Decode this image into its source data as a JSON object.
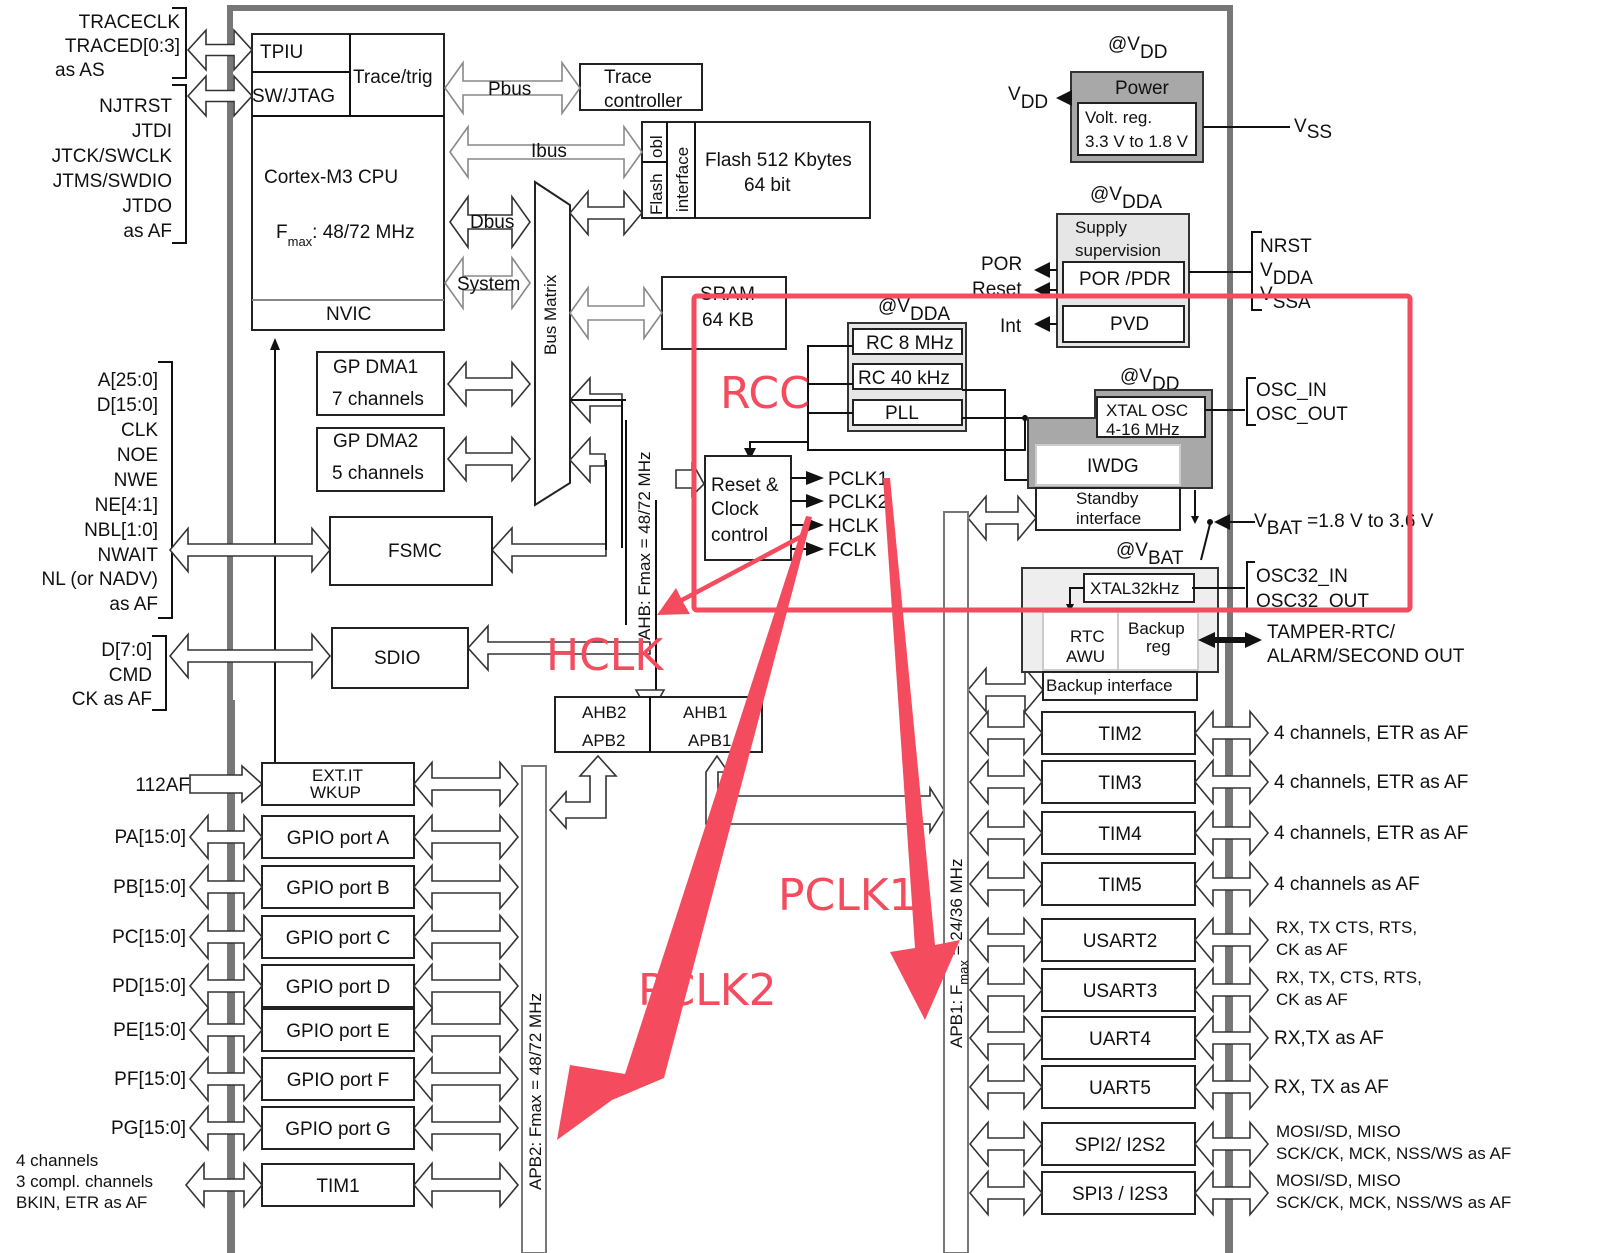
{
  "diagram": {
    "title": "STM32F10x high-density block diagram with RCC clock annotations",
    "colors": {
      "annotation": "#f44b5e",
      "outline": "#222222",
      "power_block": "#a8a8a8",
      "supply_block": "#e6e6e6"
    },
    "left_pins": {
      "trace_group": [
        "TRACECLK",
        "TRACED[0:3]",
        "as AS"
      ],
      "jtag_group": [
        "NJTRST",
        "JTDI",
        "JTCK/SWCLK",
        "JTMS/SWDIO",
        "JTDO",
        "as AF"
      ],
      "fsmc_group": [
        "A[25:0]",
        "D[15:0]",
        "CLK",
        "NOE",
        "NWE",
        "NE[4:1]",
        "NBL[1:0]",
        "NWAIT",
        "NL (or NADV)",
        "as AF"
      ],
      "sdio_group": [
        "D[7:0]",
        "CMD",
        "CK as AF"
      ],
      "exti_pin": "112AF",
      "gpio_pins": [
        "PA[15:0]",
        "PB[15:0]",
        "PC[15:0]",
        "PD[15:0]",
        "PE[15:0]",
        "PF[15:0]",
        "PG[15:0]"
      ],
      "tim1_group": [
        "4 channels",
        "3 compl. channels",
        "BKIN, ETR as AF"
      ]
    },
    "cpu": {
      "tpiu": "TPIU",
      "swjtag": "SW/JTAG",
      "trace_trig": "Trace/trig",
      "name": "Cortex-M3 CPU",
      "fmax_prefix": "F",
      "fmax_sub": "max",
      "fmax_value": ": 48/72 MHz",
      "nvic": "NVIC"
    },
    "buses": {
      "pbus": "Pbus",
      "ibus": "Ibus",
      "dbus": "Dbus",
      "system": "System",
      "bus_matrix": "Bus Matrix"
    },
    "trace_controller": [
      "Trace",
      "controller"
    ],
    "flash": {
      "obl": "obl",
      "flash_label": "Flash",
      "interface": "interface",
      "lines": [
        "Flash 512 Kbytes",
        "64 bit"
      ]
    },
    "sram": [
      "SRAM",
      "64 KB"
    ],
    "dma": [
      {
        "name": "GP DMA1",
        "channels": "7 channels"
      },
      {
        "name": "GP DMA2",
        "channels": "5 channels"
      }
    ],
    "fsmc": "FSMC",
    "sdio": "SDIO",
    "ahb_label": "AHB: Fmax = 48/72 MHz",
    "apb2_label": "APB2: Fmax = 48/72 MHz",
    "apb1_label_prefix": "APB1: F",
    "apb1_label_sub": "max",
    "apb1_label_suffix": " = 24/36 MHz",
    "bridges": {
      "left": [
        "AHB2",
        "APB2"
      ],
      "right": [
        "AHB1",
        "APB1"
      ]
    },
    "power": {
      "at_vdd_top": [
        "@V",
        "DD"
      ],
      "title": "Power",
      "regulator": [
        "Volt. reg.",
        "3.3 V to 1.8 V"
      ],
      "vdd_out": [
        "V",
        "DD"
      ],
      "vss": [
        "V",
        "SS"
      ]
    },
    "supply": {
      "at_vdda": [
        "@V",
        "DDA"
      ],
      "title": [
        "Supply",
        "supervision"
      ],
      "por_pdr": "POR /PDR",
      "pvd": "PVD",
      "outputs": [
        "POR",
        "Reset",
        "Int"
      ],
      "pins": [
        "NRST",
        "V",
        "DDA",
        "V",
        "SSA"
      ]
    },
    "oscillators": {
      "at_vdda": [
        "@V",
        "DDA"
      ],
      "rc8": "RC 8 MHz",
      "rc40": "RC 40 kHz",
      "pll": "PLL",
      "at_vdd": [
        "@V",
        "DD"
      ],
      "xtal": [
        "XTAL OSC",
        "4-16 MHz"
      ],
      "osc_pins": [
        "OSC_IN",
        "OSC_OUT"
      ]
    },
    "rcc_block": {
      "lines": [
        "Reset &",
        "Clock",
        "control"
      ],
      "clocks": [
        "PCLK1",
        "PCLK2",
        "HCLK",
        "FCLK"
      ]
    },
    "iwdg": "IWDG",
    "standby": [
      "Standby",
      "interface"
    ],
    "vbat": {
      "prefix": "V",
      "sub": "BAT",
      "range": " =1.8 V to 3.6 V",
      "at_vbat": [
        "@V",
        "BAT"
      ]
    },
    "backup_domain": {
      "xtal32": "XTAL32kHz",
      "osc32_pins": [
        "OSC32_IN",
        "OSC32_OUT"
      ],
      "rtc": [
        "RTC",
        "AWU"
      ],
      "backup_reg": [
        "Backup",
        "reg"
      ],
      "backup_interface": "Backup interface",
      "tamper": [
        "TAMPER-RTC/",
        "ALARM/SECOND OUT"
      ]
    },
    "apb2_peripherals": [
      {
        "name": "EXT.IT",
        "name2": "WKUP"
      },
      {
        "name": "GPIO port A"
      },
      {
        "name": "GPIO port B"
      },
      {
        "name": "GPIO port C"
      },
      {
        "name": "GPIO port D"
      },
      {
        "name": "GPIO port E"
      },
      {
        "name": "GPIO port F"
      },
      {
        "name": "GPIO port G"
      },
      {
        "name": "TIM1"
      }
    ],
    "apb1_peripherals": [
      {
        "name": "TIM2",
        "pins": [
          "4 channels, ETR as AF"
        ]
      },
      {
        "name": "TIM3",
        "pins": [
          "4 channels, ETR as AF"
        ]
      },
      {
        "name": "TIM4",
        "pins": [
          "4 channels, ETR as AF"
        ]
      },
      {
        "name": "TIM5",
        "pins": [
          "4 channels as AF"
        ]
      },
      {
        "name": "USART2",
        "pins": [
          "RX, TX CTS, RTS,",
          "CK as AF"
        ]
      },
      {
        "name": "USART3",
        "pins": [
          "RX, TX, CTS, RTS,",
          "CK as AF"
        ]
      },
      {
        "name": "UART4",
        "pins": [
          "RX,TX as AF"
        ]
      },
      {
        "name": "UART5",
        "pins": [
          "RX, TX as AF"
        ]
      },
      {
        "name": "SPI2/ I2S2",
        "pins": [
          "MOSI/SD, MISO",
          "SCK/CK, MCK, NSS/WS as AF"
        ]
      },
      {
        "name": "SPI3 / I2S3",
        "pins": [
          "MOSI/SD, MISO",
          "SCK/CK, MCK, NSS/WS as AF"
        ]
      }
    ],
    "annotations": {
      "rcc": "RCC",
      "hclk": "HCLK",
      "pclk1": "PCLK1",
      "pclk2": "PCLK2"
    }
  }
}
